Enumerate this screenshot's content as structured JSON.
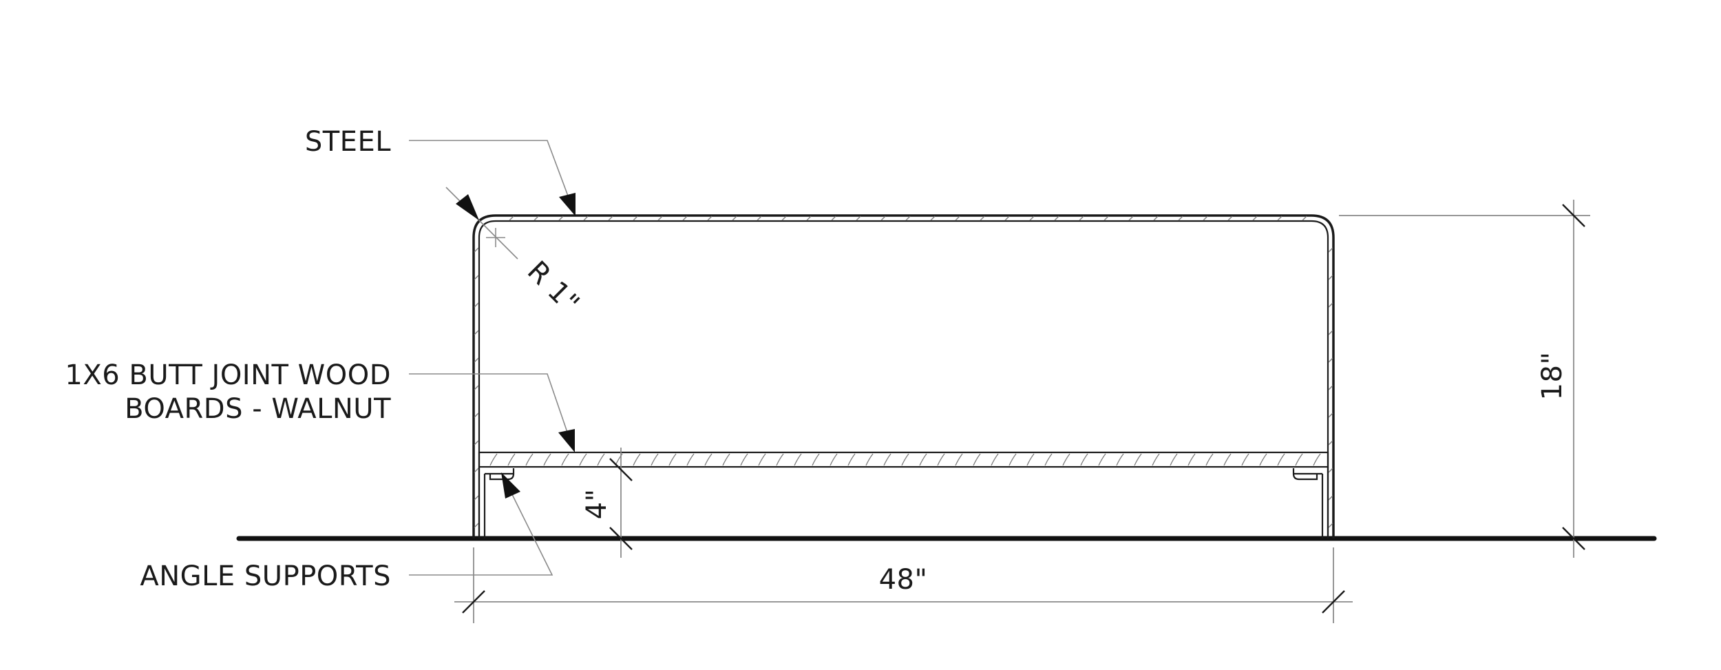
{
  "labels": {
    "steel": "STEEL",
    "wood_line1": "1X6 BUTT JOINT WOOD",
    "wood_line2": "BOARDS - WALNUT",
    "angle_supports": "ANGLE SUPPORTS"
  },
  "dimensions": {
    "radius": "R 1\"",
    "height": "18\"",
    "width": "48\"",
    "board_height": "4\""
  }
}
